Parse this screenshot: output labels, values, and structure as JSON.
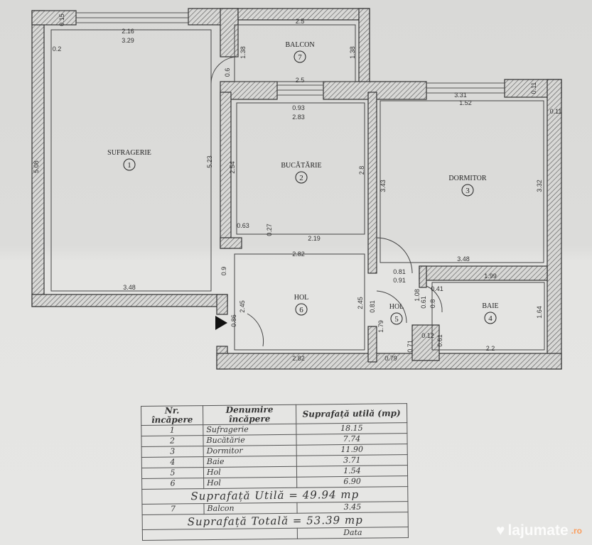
{
  "plan": {
    "rooms": [
      {
        "name": "SUFRAGERIE",
        "number": "1"
      },
      {
        "name": "BUCĂTĂRIE",
        "number": "2"
      },
      {
        "name": "DORMITOR",
        "number": "3"
      },
      {
        "name": "BAIE",
        "number": "4"
      },
      {
        "name": "HOL",
        "number": "5"
      },
      {
        "name": "HOL",
        "number": "6"
      },
      {
        "name": "BALCON",
        "number": "7"
      }
    ],
    "dimensions": [
      "0.15",
      "2.16",
      "3.29",
      "0.2",
      "5.08",
      "5.23",
      "0.9",
      "3.48",
      "2.5",
      "1.38",
      "1.38",
      "0.6",
      "2.5",
      "0.93",
      "2.83",
      "2.54",
      "2.8",
      "0.63",
      "0.27",
      "2.19",
      "2.82",
      "3.31",
      "1.52",
      "0.11",
      "0.11",
      "3.43",
      "3.32",
      "3.48",
      "0.81",
      "0.91",
      "1.99",
      "0.41",
      "1.08",
      "0.61",
      "0.8",
      "0.81",
      "1.79",
      "1.64",
      "0.12",
      "0.61",
      "0.71",
      "0.79",
      "2.2",
      "2.45",
      "2.45",
      "0.86",
      "2.82"
    ]
  },
  "table": {
    "headers": [
      "Nr. încăpere",
      "Denumire încăpere",
      "Suprafață utilă (mp)"
    ],
    "rows": [
      {
        "nr": "1",
        "name": "Sufragerie",
        "area": "18.15"
      },
      {
        "nr": "2",
        "name": "Bucătărie",
        "area": "7.74"
      },
      {
        "nr": "3",
        "name": "Dormitor",
        "area": "11.90"
      },
      {
        "nr": "4",
        "name": "Baie",
        "area": "3.71"
      },
      {
        "nr": "5",
        "name": "Hol",
        "area": "1.54"
      },
      {
        "nr": "6",
        "name": "Hol",
        "area": "6.90"
      }
    ],
    "useful_total": "Suprafață Utilă = 49.94 mp",
    "balcony": {
      "nr": "7",
      "name": "Balcon",
      "area": "3.45"
    },
    "grand_total": "Suprafață Totală = 53.39 mp",
    "partial_next_row": "Data"
  },
  "watermark": {
    "brand": "lajumate",
    "tld": ".ro"
  }
}
